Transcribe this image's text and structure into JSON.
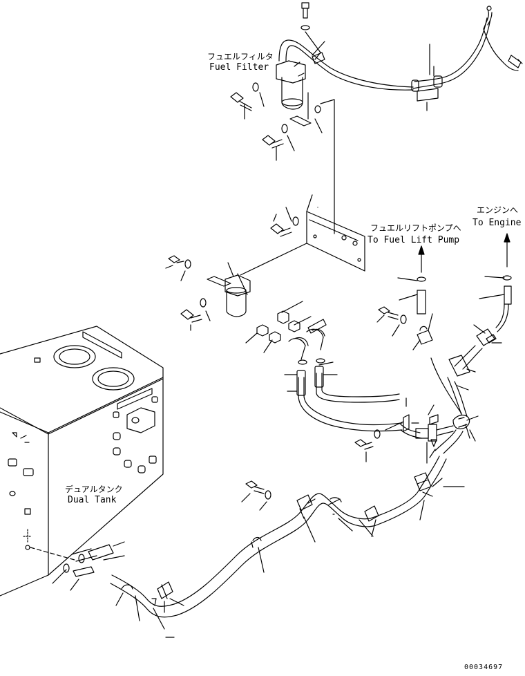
{
  "labels": {
    "fuel_filter_jp": "フュエルフィルタ",
    "fuel_filter_en": "Fuel Filter",
    "fuel_lift_pump_jp": "フュエルリフトポンプへ",
    "fuel_lift_pump_en": "To Fuel Lift Pump",
    "engine_jp": "エンジンへ",
    "engine_en": "To Engine",
    "dual_tank_jp": "デュアルタンク",
    "dual_tank_en": "Dual Tank"
  },
  "part_number": "00034697"
}
